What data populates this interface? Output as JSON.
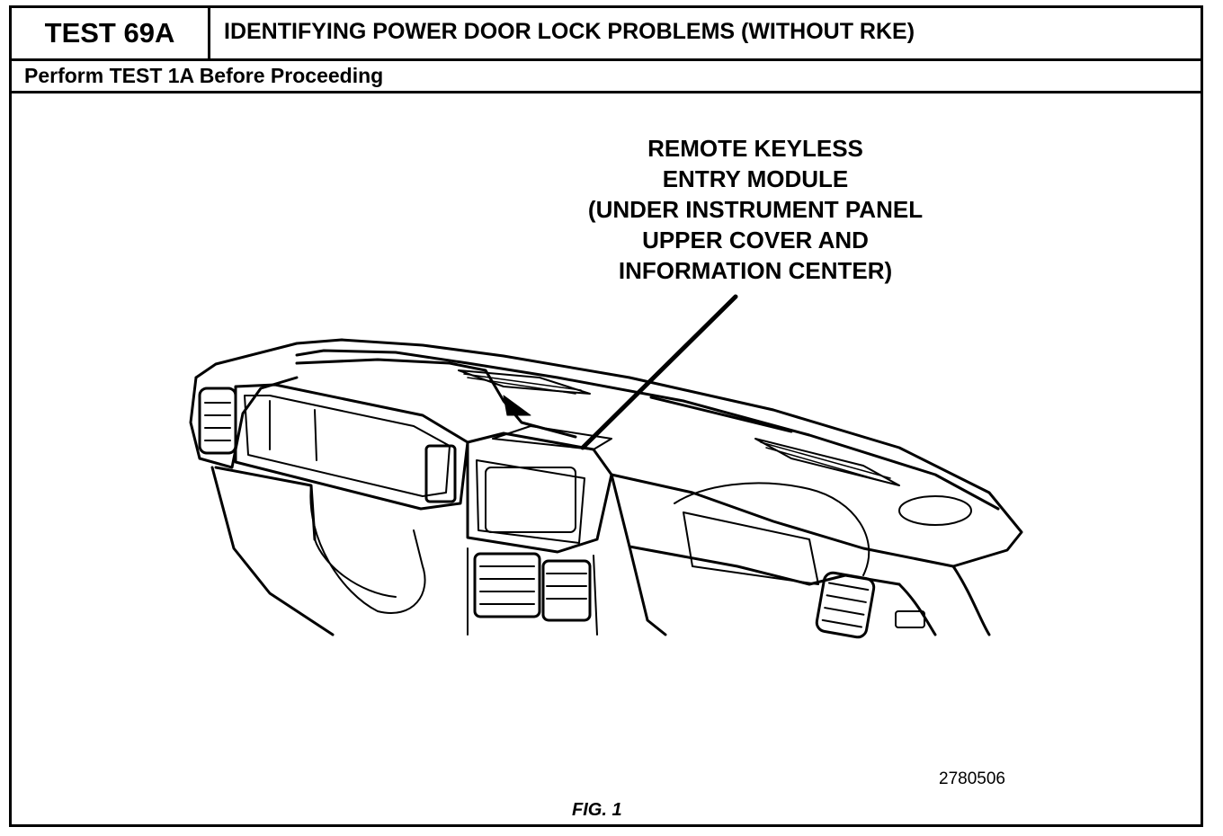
{
  "header": {
    "test_id": "TEST 69A",
    "title": "IDENTIFYING POWER DOOR LOCK PROBLEMS (WITHOUT RKE)"
  },
  "prerequisite": "Perform TEST 1A Before Proceeding",
  "diagram": {
    "callout_lines": [
      "REMOTE KEYLESS",
      "ENTRY MODULE",
      "(UNDER INSTRUMENT PANEL",
      "UPPER COVER AND",
      "INFORMATION CENTER)"
    ],
    "figure_code": "2780506",
    "figure_caption": "FIG. 1"
  }
}
